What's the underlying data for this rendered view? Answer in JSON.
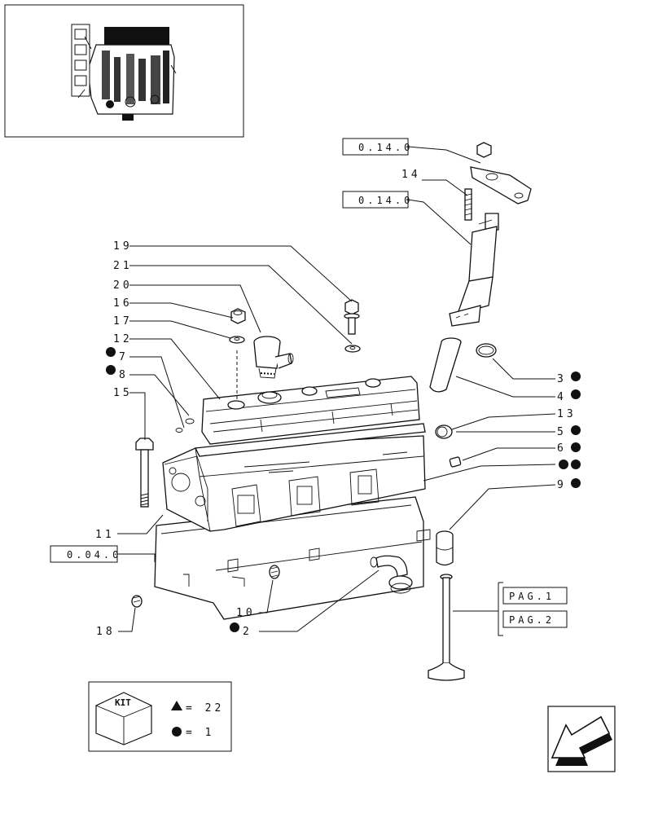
{
  "refs": {
    "r1": "0.14.0",
    "r2": "0.14.0",
    "r3": "0.04.0",
    "pag1": "PAG.1",
    "pag2": "PAG.2"
  },
  "callouts": {
    "c19": "19",
    "c21": "21",
    "c20": "20",
    "c16": "16",
    "c17": "17",
    "c12": "12",
    "c7": "7",
    "c8": "8",
    "c15": "15",
    "c11": "11",
    "c14": "14",
    "c3": "3",
    "c4": "4",
    "c13": "13",
    "c5": "5",
    "c6": "6",
    "c9": "9",
    "c10": "10",
    "c2": "2",
    "c18": "18"
  },
  "kit": {
    "label": "KIT",
    "triangle_value": "= 22",
    "circle_value": "= 1"
  },
  "icons": {
    "kit": "kit-box-icon",
    "nav": "previous-page-arrow-icon",
    "marker": "black-dot-icon"
  },
  "colors": {
    "ink": "#111111",
    "paper": "#ffffff"
  }
}
